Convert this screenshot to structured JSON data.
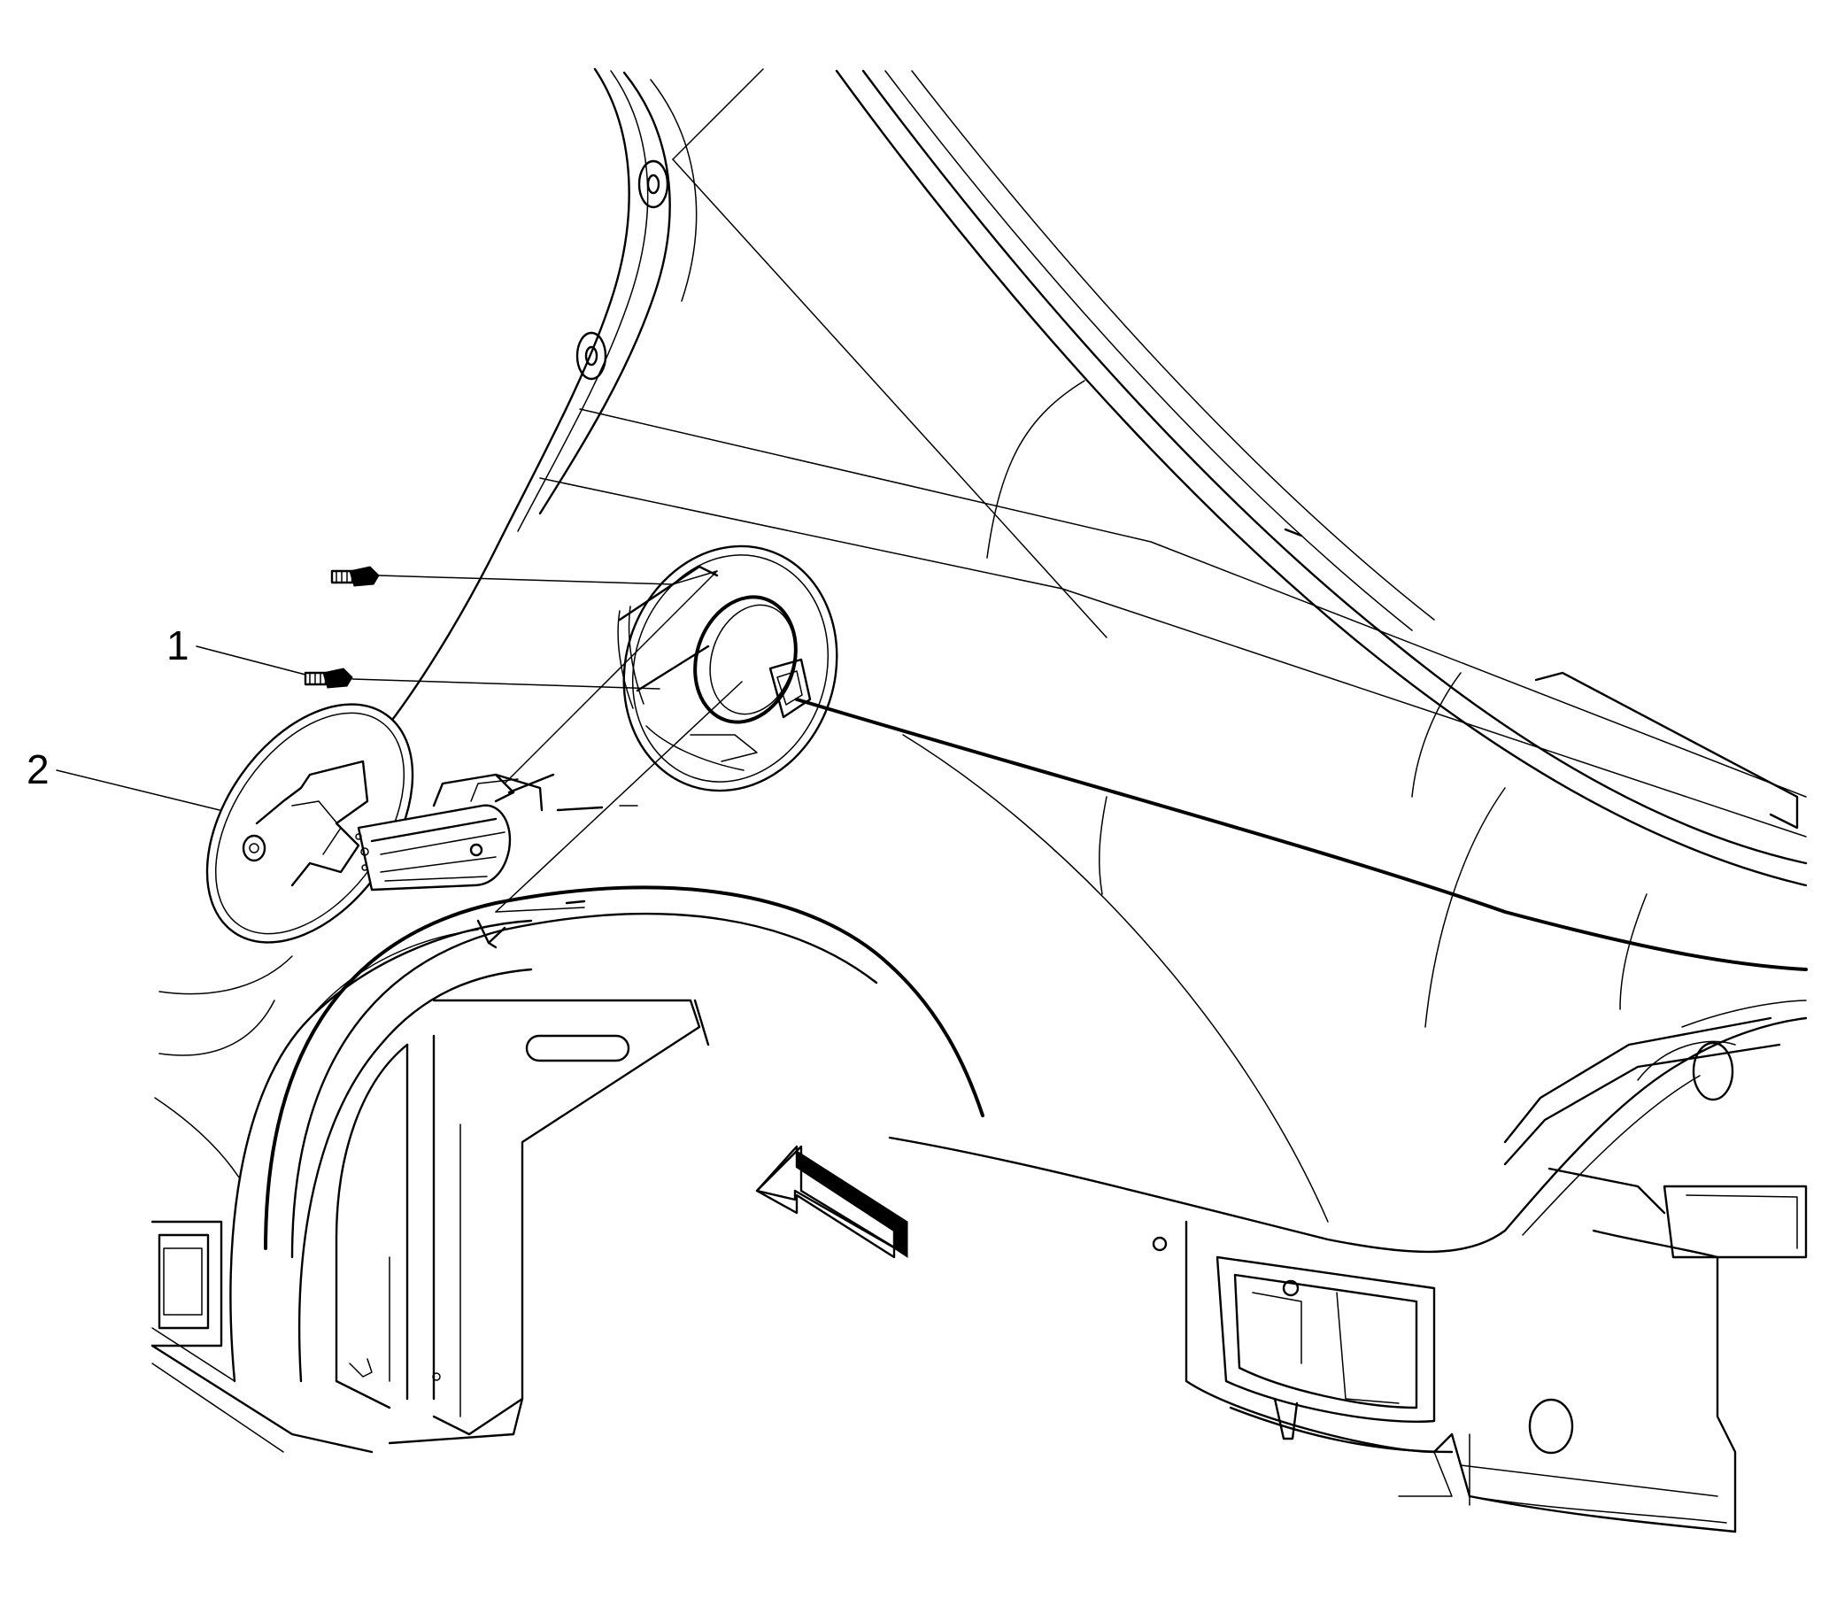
{
  "callouts": [
    {
      "number": "1",
      "part": "fastener-bolt"
    },
    {
      "number": "2",
      "part": "fuel-door-assembly"
    }
  ],
  "icons": {
    "view_direction": "view-direction-arrow-icon"
  },
  "colors": {
    "line": "#000000",
    "background": "#ffffff"
  }
}
